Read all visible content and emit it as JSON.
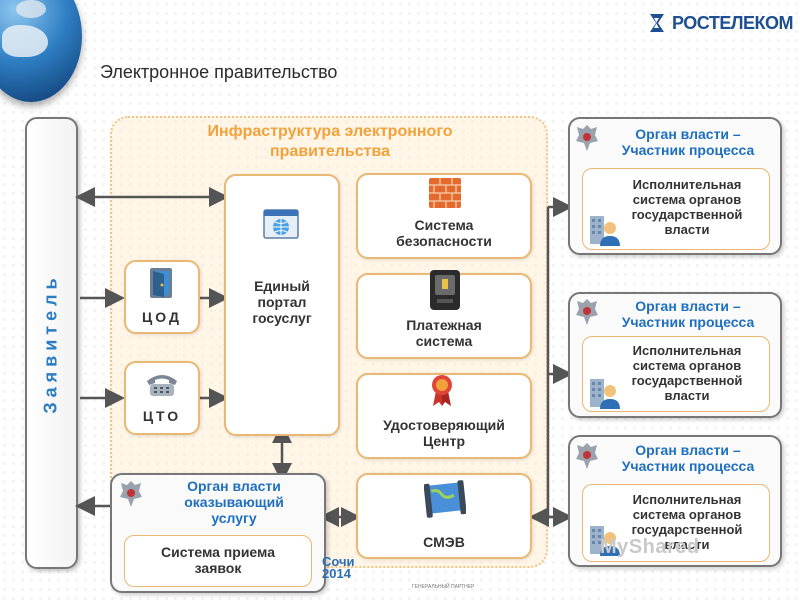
{
  "logo": {
    "text": "РОСТЕЛЕКОМ"
  },
  "page_title": "Электронное правительство",
  "infrastructure": {
    "title_line1": "Инфраструктура электронного",
    "title_line2": "правительства"
  },
  "applicant": {
    "label": "Заявитель"
  },
  "tsod": {
    "label": "ЦОД"
  },
  "tto": {
    "label": "ЦТО"
  },
  "portal": {
    "line1": "Единый",
    "line2": "портал",
    "line3": "госуслуг"
  },
  "security": {
    "line1": "Система",
    "line2": "безопасности"
  },
  "payment": {
    "line1": "Платежная",
    "line2": "система"
  },
  "certification": {
    "line1": "Удостоверяющий",
    "line2": "Центр"
  },
  "smev": {
    "label": "СМЭВ"
  },
  "service_authority": {
    "title_line1": "Орган власти",
    "title_line2": "оказывающий",
    "title_line3": "услугу",
    "system_line1": "Система приема",
    "system_line2": "заявок"
  },
  "participants": [
    {
      "title_line1": "Орган власти –",
      "title_line2": "Участник процесса",
      "sys_line1": "Исполнительная",
      "sys_line2": "система органов",
      "sys_line3": "государственной",
      "sys_line4": "власти"
    },
    {
      "title_line1": "Орган власти –",
      "title_line2": "Участник процесса",
      "sys_line1": "Исполнительная",
      "sys_line2": "система органов",
      "sys_line3": "государственной",
      "sys_line4": "власти"
    },
    {
      "title_line1": "Орган власти –",
      "title_line2": "Участник процесса",
      "sys_line1": "Исполнительная",
      "sys_line2": "система органов",
      "sys_line3": "государственной",
      "sys_line4": "власти"
    }
  ],
  "footer": {
    "sochi_line1": "Сочи",
    "sochi_line2": "2014",
    "partner": "ГЕНЕРАЛЬНЫЙ ПАРТНЕР"
  },
  "watermark": "MyShared",
  "colors": {
    "accent_orange": "#f2a23a",
    "title_blue": "#1e6fc0",
    "brand_blue": "#1d4f91"
  }
}
